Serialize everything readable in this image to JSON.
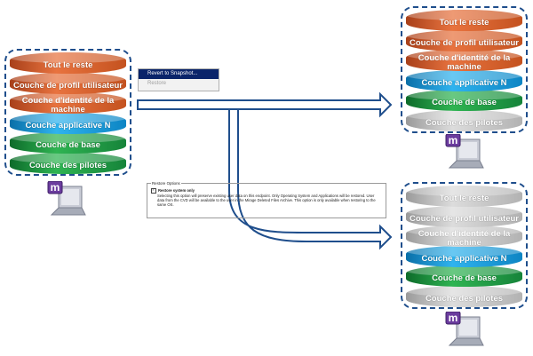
{
  "source_stack": {
    "layers": [
      {
        "label": "Tout le reste",
        "color": "orange"
      },
      {
        "label": "Couche de profil utilisateur",
        "color": "orange"
      },
      {
        "label": "Couche d'identité de la machine",
        "color": "orange"
      },
      {
        "label": "Couche applicative N",
        "color": "blue"
      },
      {
        "label": "Couche de base",
        "color": "green"
      },
      {
        "label": "Couche des pilotes",
        "color": "green"
      }
    ]
  },
  "target_stack_top": {
    "layers": [
      {
        "label": "Tout le reste",
        "color": "orange"
      },
      {
        "label": "Couche de profil utilisateur",
        "color": "orange"
      },
      {
        "label": "Couche d'identité de la machine",
        "color": "orange"
      },
      {
        "label": "Couche applicative N",
        "color": "blue"
      },
      {
        "label": "Couche de base",
        "color": "green"
      },
      {
        "label": "Couche des pilotes",
        "color": "grey"
      }
    ]
  },
  "target_stack_bottom": {
    "layers": [
      {
        "label": "Tout le reste",
        "color": "grey"
      },
      {
        "label": "Couche de profil utilisateur",
        "color": "grey"
      },
      {
        "label": "Couche d'identité de la machine",
        "color": "grey"
      },
      {
        "label": "Couche applicative N",
        "color": "blue"
      },
      {
        "label": "Couche de base",
        "color": "green"
      },
      {
        "label": "Couche des pilotes",
        "color": "grey"
      }
    ]
  },
  "context_menu": {
    "revert": "Revert to Snapshot...",
    "restore": "Restore"
  },
  "restore_options": {
    "legend": "Restore Options",
    "checkbox_label": "Restore system only",
    "description": "Selecting this option will preserve existing user data on this endpoint. Only Operating System and Applications will be restored. User data from the CVD will be available to the user in the Mirage Deleted Files Archive. This option is only available when restoring to the same OS."
  },
  "logo_letter": "m",
  "colors": {
    "stack_border": "#1f4e8c",
    "arrow_blue": "#1f4e8c"
  }
}
